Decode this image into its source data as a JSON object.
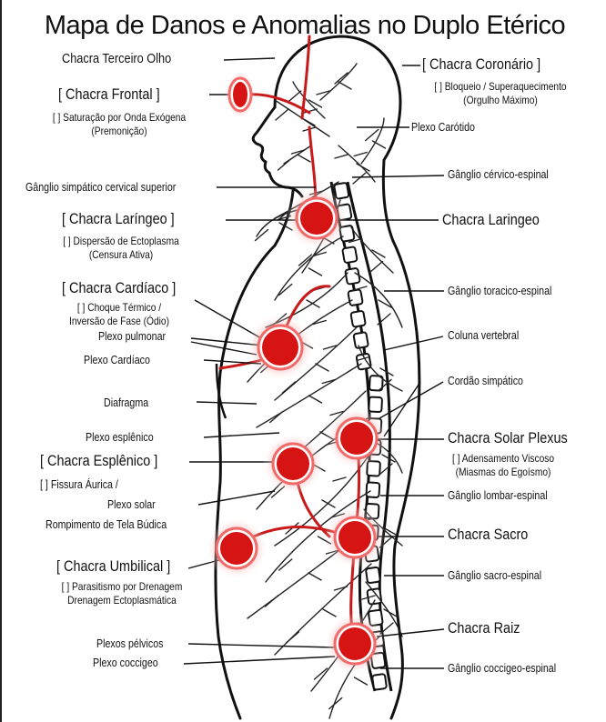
{
  "title": "Mapa de Danos e Anomalias no Duplo Etérico",
  "labels": {
    "terceiro_olho": "Chacra Terceiro Olho",
    "frontal": "[ Chacra Frontal ]",
    "frontal_note": "[ ] Saturação por Onda Exógena",
    "frontal_note2": "(Premonição)",
    "coronario": "[ Chacra Coronário ]",
    "coronario_note": "[ ] Bloqueio / Superaquecimento",
    "coronario_note2": "(Orgulho Máximo)",
    "plexo_carotido": "Plexo Carótido",
    "ganglio_cerv_sup": "Gânglio simpático cervical superior",
    "ganglio_cervico": "Gânglio cérvico-espinal",
    "laringeo_left": "[ Chacra Laríngeo ]",
    "laringeo_note": "[ ] Dispersão de Ectoplasma",
    "laringeo_note2": "(Censura Ativa)",
    "laringeo_right": "Chacra Laringeo",
    "cardiaco": "[ Chacra Cardíaco ]",
    "cardiaco_note": "[ ] Choque Térmico /",
    "cardiaco_note2": "Inversão de Fase (Ódio)",
    "plexo_pulmonar": "Plexo pulmonar",
    "plexo_cardiaco": "Plexo Cardíaco",
    "ganglio_toracico": "Gânglio toracico-espinal",
    "coluna": "Coluna vertebral",
    "cordao": "Cordão simpático",
    "diafragma": "Diafragma",
    "plexo_esplenico": "Plexo esplênico",
    "esplenico": "[ Chacra Esplênico ]",
    "esplenico_note": "[ ] Fissura Áurica /",
    "plexo_solar": "Plexo solar",
    "rompimento": "Rompimento de Tela Búdica",
    "solar": "Chacra Solar Plexus",
    "solar_note": "[ ] Adensamento Viscoso",
    "solar_note2": "(Miasmas do Egoísmo)",
    "ganglio_lombar": "Gânglio lombar-espinal",
    "sacro": "Chacra Sacro",
    "umbilical": "[ Chacra Umbilical ]",
    "umbilical_note": "[ ] Parasitismo por Drenagem",
    "umbilical_note2": "Drenagem Ectoplasmática",
    "ganglio_sacro": "Gânglio sacro-espinal",
    "raiz": "Chacra Raiz",
    "plexos_pelvicos": "Plexos pélvicos",
    "plexo_coccigeo": "Plexo coccigeo",
    "ganglio_coccigeo": "Gânglio coccigeo-espinal"
  },
  "colors": {
    "chakra": "#d61414",
    "chakra_glow": "#f26a6a",
    "ink": "#111111"
  }
}
